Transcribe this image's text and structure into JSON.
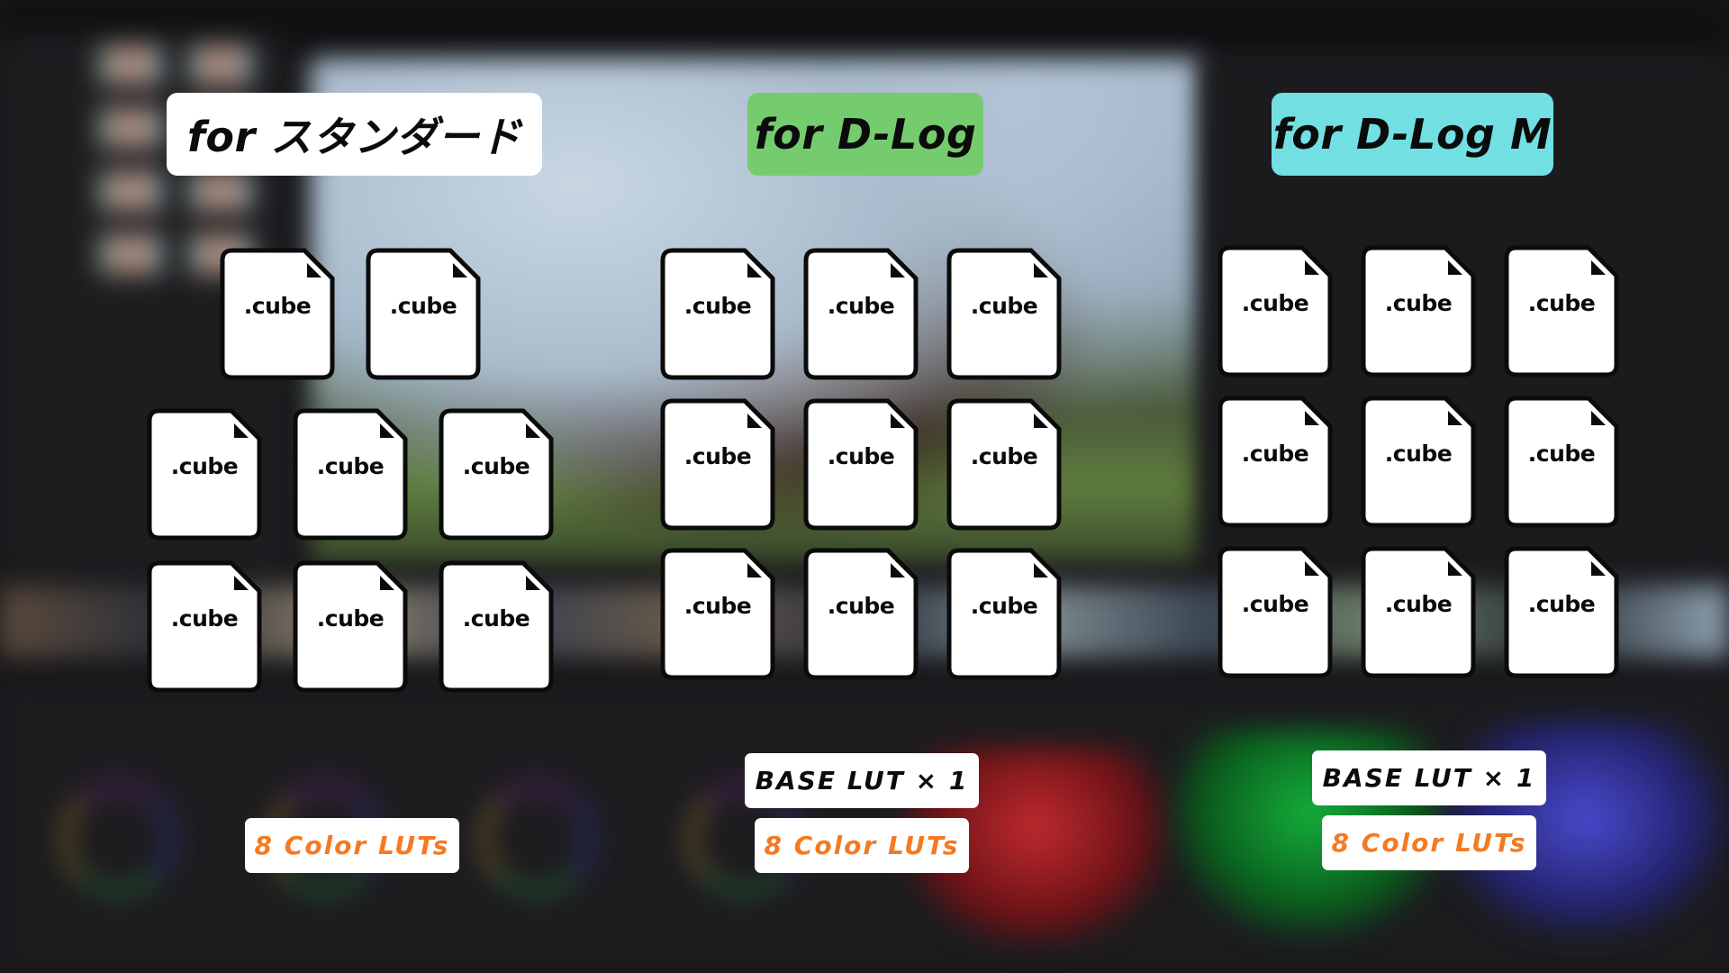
{
  "groups": [
    {
      "id": "standard",
      "title": "for スタンダード",
      "badge_color": "#ffffff",
      "files": [
        ".cube",
        ".cube",
        ".cube",
        ".cube",
        ".cube",
        ".cube",
        ".cube",
        ".cube"
      ],
      "tags": [
        {
          "kind": "count",
          "label": "8 Color LUTs"
        }
      ]
    },
    {
      "id": "dlog",
      "title": "for D-Log",
      "badge_color": "#75cc6e",
      "files": [
        ".cube",
        ".cube",
        ".cube",
        ".cube",
        ".cube",
        ".cube",
        ".cube",
        ".cube",
        ".cube"
      ],
      "tags": [
        {
          "kind": "base",
          "label": "BASE LUT × 1"
        },
        {
          "kind": "count",
          "label": "8 Color LUTs"
        }
      ]
    },
    {
      "id": "dlogm",
      "title": "for D-Log M",
      "badge_color": "#72e0e2",
      "files": [
        ".cube",
        ".cube",
        ".cube",
        ".cube",
        ".cube",
        ".cube",
        ".cube",
        ".cube",
        ".cube"
      ],
      "tags": [
        {
          "kind": "base",
          "label": "BASE LUT × 1"
        },
        {
          "kind": "count",
          "label": "8 Color LUTs"
        }
      ]
    }
  ],
  "colors": {
    "count_text": "#f47a22",
    "background": "#18181b"
  }
}
